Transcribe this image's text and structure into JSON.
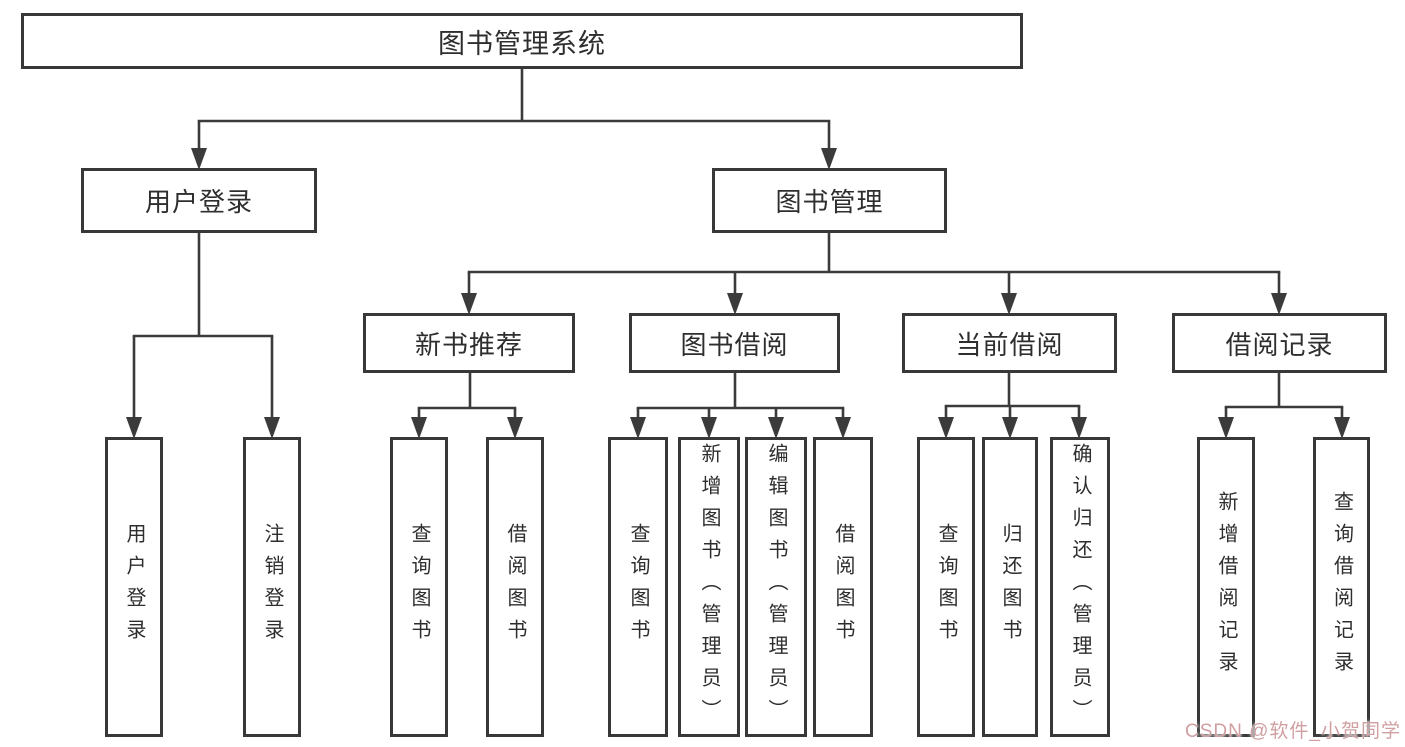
{
  "diagram": {
    "root_label": "图书管理系统",
    "login": {
      "label": "用户登录",
      "children": [
        "用户登录",
        "注销登录"
      ]
    },
    "mgmt": {
      "label": "图书管理",
      "modules": [
        {
          "label": "新书推荐",
          "children": [
            "查询图书",
            "借阅图书"
          ]
        },
        {
          "label": "图书借阅",
          "children": [
            "查询图书",
            "新增图书（管理员）",
            "编辑图书（管理员）",
            "借阅图书"
          ]
        },
        {
          "label": "当前借阅",
          "children": [
            "查询图书",
            "归还图书",
            "确认归还（管理员）"
          ]
        },
        {
          "label": "借阅记录",
          "children": [
            "新增借阅记录",
            "查询借阅记录"
          ]
        }
      ]
    }
  },
  "watermark": {
    "text": "CSDN @软件_小贺同学",
    "color": "#d09fa2"
  },
  "colors": {
    "line": "#3b3b3b",
    "box_border": "#383838",
    "text": "#2e2e2e",
    "background": "#ffffff"
  }
}
